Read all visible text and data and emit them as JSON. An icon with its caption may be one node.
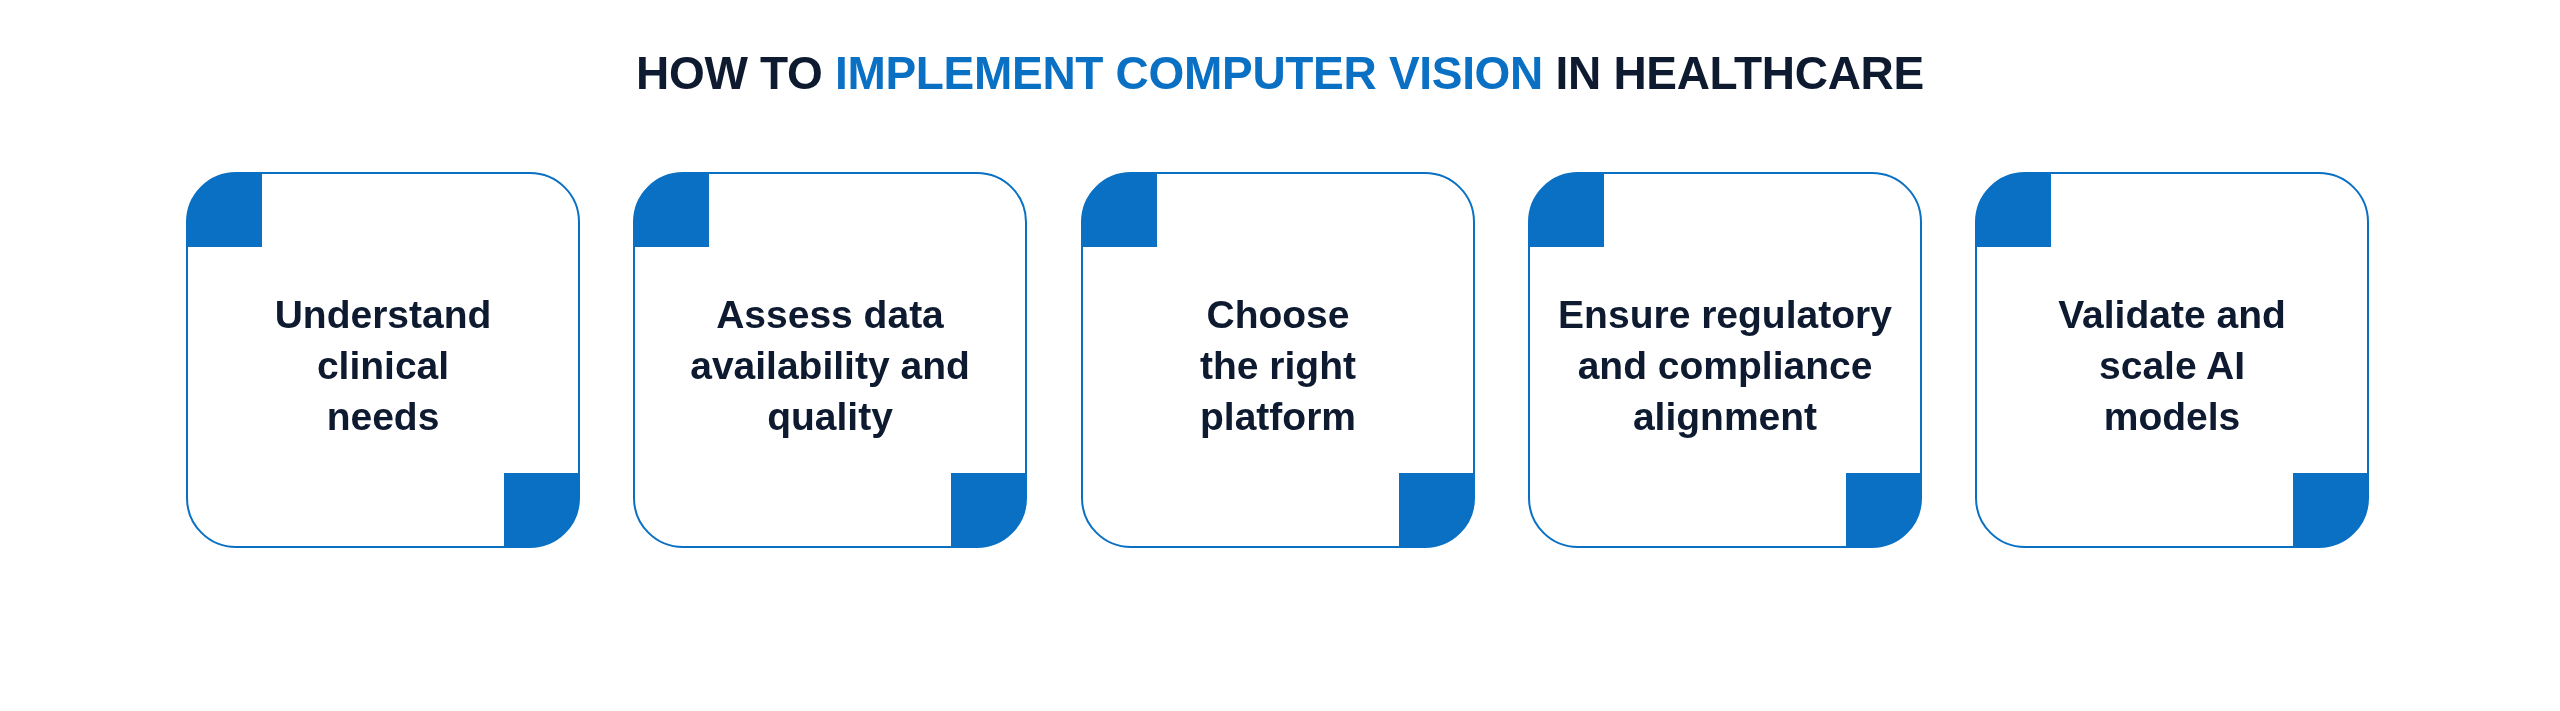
{
  "diagram": {
    "title": "HOW TO **IMPLEMENT COMPUTER VISION** IN HEALTHCARE",
    "nodes": [
      {
        "text": [
          "Understand clinical needs"
        ]
      },
      {
        "text": [
          "Assess data availability and quality"
        ]
      },
      {
        "text": [
          "Choose the right platform"
        ]
      },
      {
        "text": [
          "Ensure regulatory and compliance alignment"
        ]
      },
      {
        "text": [
          "Validate and scale AI models"
        ]
      }
    ]
  }
}
